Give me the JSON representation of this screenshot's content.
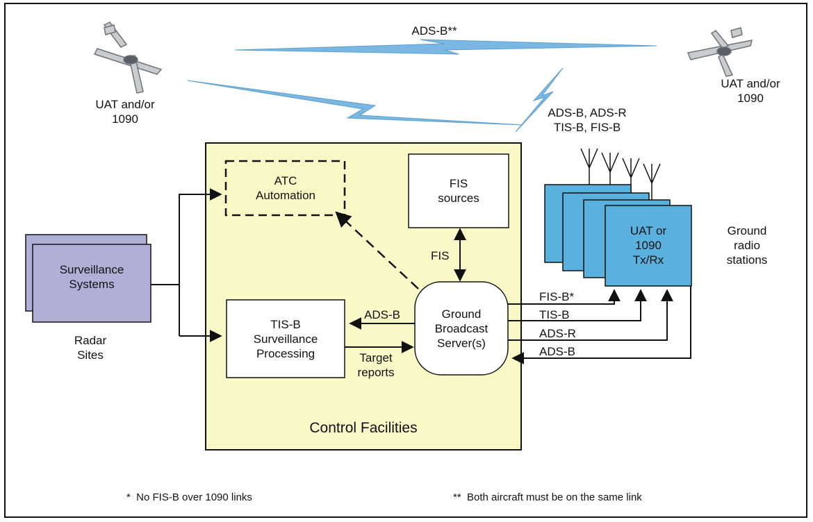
{
  "labels": {
    "ads_b_air": "ADS-B**",
    "aircraft_left": "UAT and/or\n1090",
    "aircraft_right": "UAT and/or\n1090",
    "ground_services": "ADS-B, ADS-R\nTIS-B, FIS-B",
    "ground_radio_stations": "Ground\nradio\nstations",
    "radar_sites": "Radar\nSites",
    "control_facilities": "Control Facilities",
    "fis": "FIS",
    "ads_b_to_tisb": "ADS-B",
    "target_reports": "Target\nreports",
    "link_fisb": "FIS-B*",
    "link_tisb": "TIS-B",
    "link_adsr": "ADS-R",
    "link_adsb": "ADS-B"
  },
  "boxes": {
    "atc_automation": "ATC\nAutomation",
    "fis_sources": "FIS\nsources",
    "surveillance_systems": "Surveillance\nSystems",
    "tisb_processing": "TIS-B\nSurveillance\nProcessing",
    "ground_broadcast_server": "Ground\nBroadcast\nServer(s)",
    "uat_radio": "UAT or\n1090\nTx/Rx"
  },
  "footnotes": {
    "single_star": "*  No FIS-B over 1090 links",
    "double_star": "**  Both aircraft must be on the same link"
  },
  "colors": {
    "control_facility_fill": "#f8f9c6",
    "radio_fill": "#5ab1de",
    "surveillance_fill": "#aeb0d8",
    "datalink_blue": "#7ab8e2"
  }
}
